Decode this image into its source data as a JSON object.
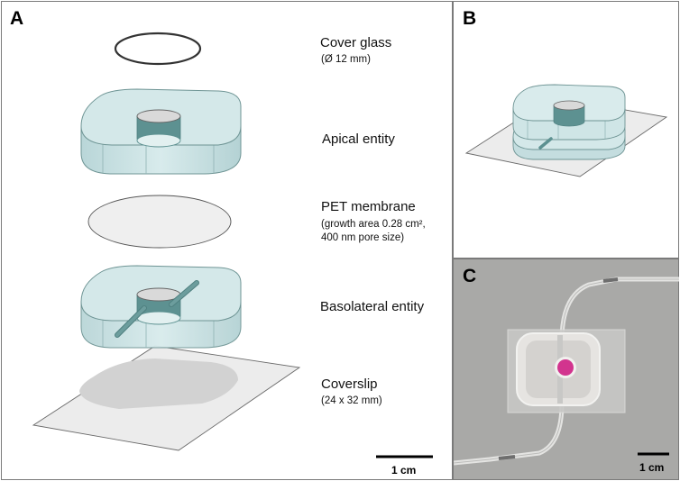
{
  "panels": {
    "a": {
      "label": "A",
      "components": [
        {
          "name": "Cover glass",
          "detail": [
            "(Ø 12 mm)"
          ]
        },
        {
          "name": "Apical entity",
          "detail": []
        },
        {
          "name": "PET membrane",
          "detail": [
            "(growth area 0.28 cm²,",
            "400 nm pore size)"
          ]
        },
        {
          "name": "Basolateral entity",
          "detail": []
        },
        {
          "name": "Coverslip",
          "detail": [
            "(24 x 32 mm)"
          ]
        }
      ],
      "scale_bar": "1 cm"
    },
    "b": {
      "label": "B"
    },
    "c": {
      "label": "C",
      "scale_bar": "1 cm"
    }
  },
  "colors": {
    "chip_fill": "#cfe6e6",
    "chip_stroke": "#6e9494",
    "channel": "#5d9191",
    "membrane": "#efefef",
    "coverslip": "#ececec",
    "photo_bg": "#a9a9a7",
    "well_pink": "#d2348e"
  }
}
